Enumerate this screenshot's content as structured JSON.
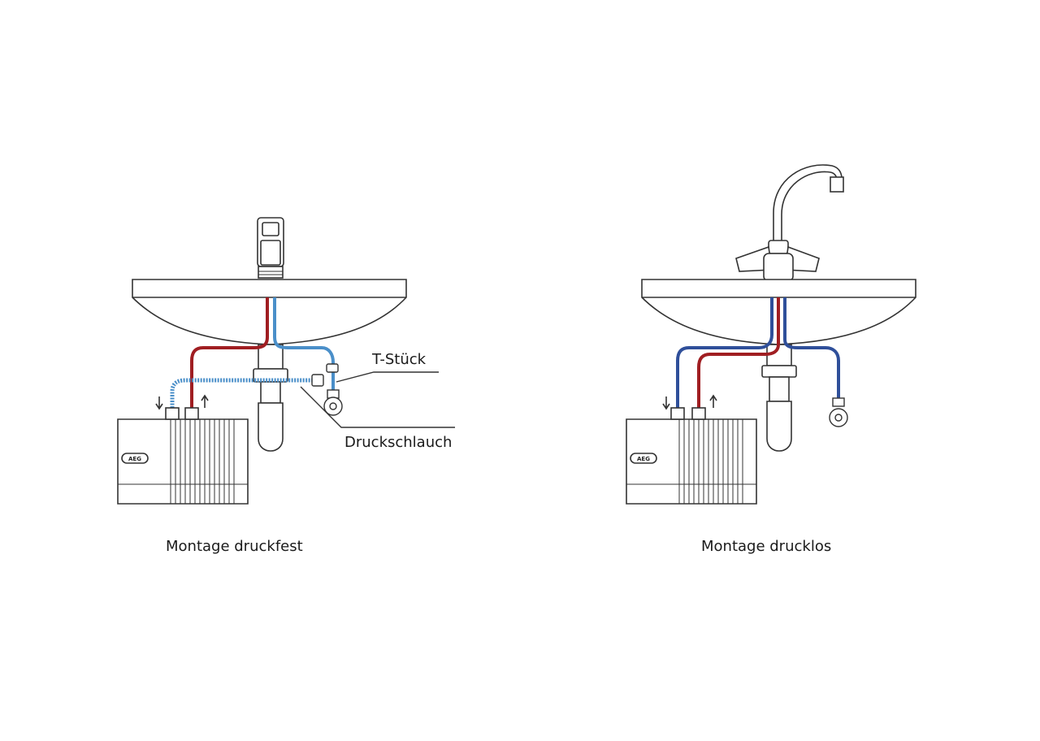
{
  "diagrams": [
    {
      "caption": "Montage druckfest",
      "callouts": [
        "T-Stück",
        "Druckschlauch"
      ],
      "heater_brand": "AEG"
    },
    {
      "caption": "Montage drucklos",
      "heater_brand": "AEG"
    }
  ],
  "colors": {
    "hot_pipe": "#a01e22",
    "cold_pipe": "#4a8fc9",
    "cold_pipe_dark": "#2f4f9a",
    "line": "#333333"
  }
}
